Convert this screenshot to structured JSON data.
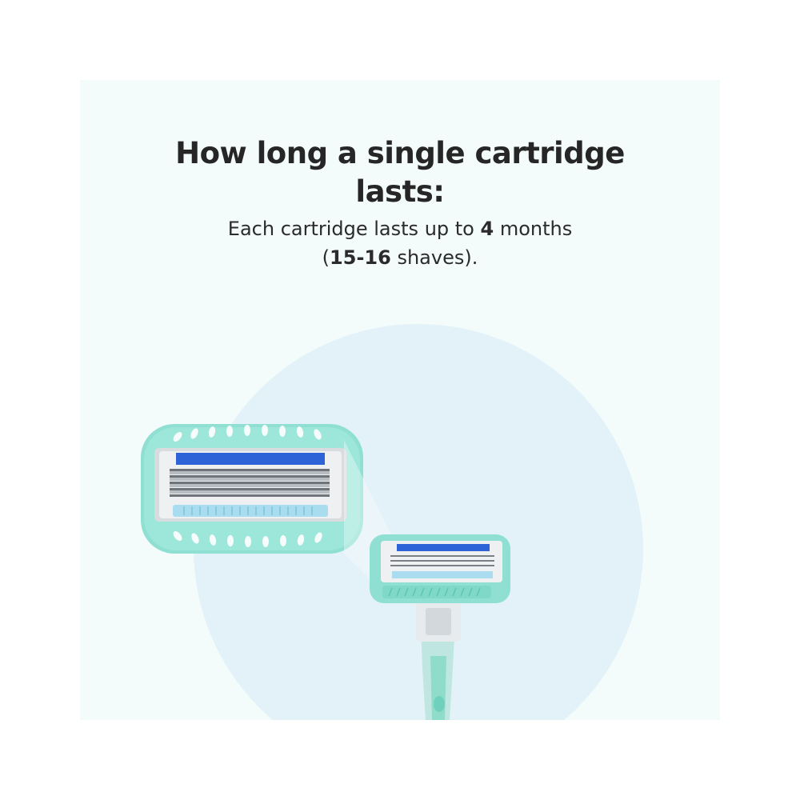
{
  "heading": {
    "line1": "How long a single cartridge",
    "line2": "lasts:"
  },
  "description": {
    "part1": "Each cartridge lasts up to ",
    "months_value": "4",
    "part2": " months",
    "part3": "(",
    "shaves_value": "15-16",
    "part4": " shaves)."
  },
  "icons": {
    "cartridge": "razor-cartridge-icon",
    "razor": "razor-with-handle-icon"
  },
  "colors": {
    "panel_background": "#f3fcfb",
    "circle_background": "#e2f2f8",
    "cartridge_mint": "#8fe0d2",
    "lubricating_strip": "#2d63d6"
  }
}
